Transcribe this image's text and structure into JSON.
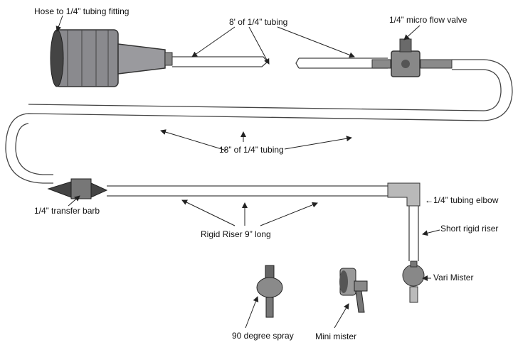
{
  "labels": {
    "hose_fitting": "Hose to 1/4” tubing fitting",
    "tubing_8ft": "8' of 1/4” tubing",
    "flow_valve": "1/4” micro flow valve",
    "tubing_18in": "18” of 1/4” tubing",
    "transfer_barb": "1/4” transfer barb",
    "tubing_elbow": "←1/4” tubing elbow",
    "short_riser": "Short rigid riser",
    "rigid_riser": "Rigid Riser 9” long",
    "vari_mister": "Vari Mister",
    "spray_90": "90 degree spray",
    "mini_mister": "Mini mister"
  }
}
